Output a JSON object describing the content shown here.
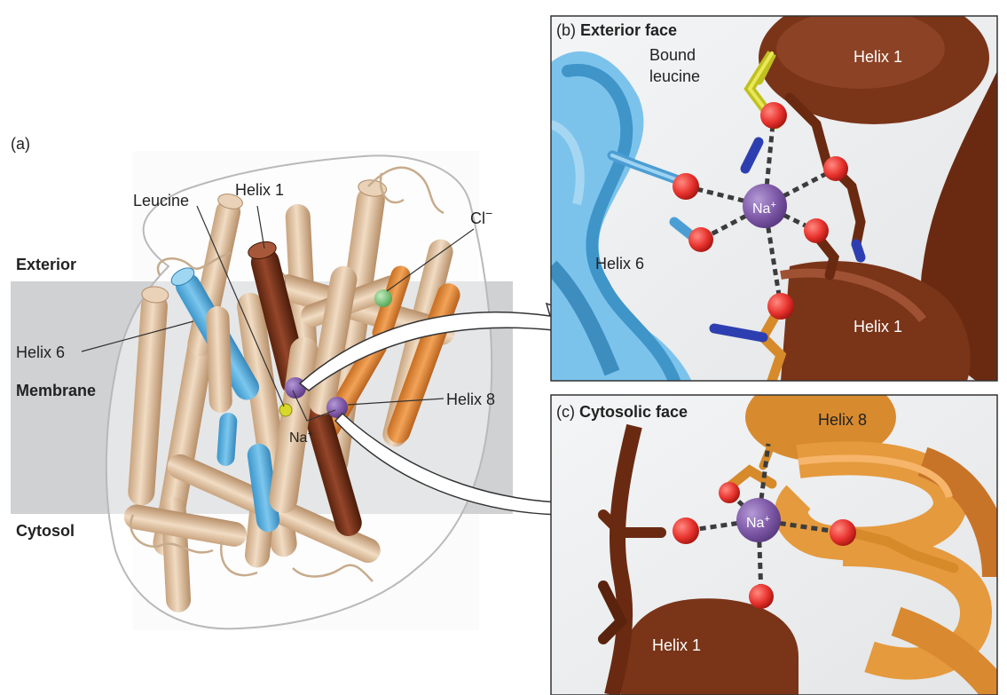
{
  "panel_a": {
    "letter": "(a)",
    "region_exterior": "Exterior",
    "region_membrane": "Membrane",
    "region_cytosol": "Cytosol",
    "label_leucine": "Leucine",
    "label_helix1": "Helix 1",
    "label_cl": "Cl",
    "label_cl_charge": "−",
    "label_helix6": "Helix 6",
    "label_helix8": "Helix 8",
    "label_na": "Na",
    "label_na_charge": "+"
  },
  "panel_b": {
    "letter": "(b)",
    "title": "Exterior face",
    "bound_line1": "Bound",
    "bound_line2": "leucine",
    "helix1_top": "Helix 1",
    "helix6": "Helix 6",
    "helix1_bottom": "Helix 1",
    "na": "Na",
    "na_charge": "+"
  },
  "panel_c": {
    "letter": "(c)",
    "title": "Cytosolic face",
    "helix8": "Helix 8",
    "helix1": "Helix 1",
    "na": "Na",
    "na_charge": "+"
  },
  "colors": {
    "helix_tan": "#dcc0a2",
    "helix_brown": "#7a3418",
    "helix_blue": "#5ab1e0",
    "helix_orange": "#e08a3a",
    "membrane_gray": "#cfd1d3",
    "sodium_purple": "#7f5aa8",
    "chloride_green": "#79c27a",
    "oxygen_red": "#e8332e",
    "nitrogen_blue": "#2d3fb0",
    "leucine_yellow": "#d8d82a"
  }
}
